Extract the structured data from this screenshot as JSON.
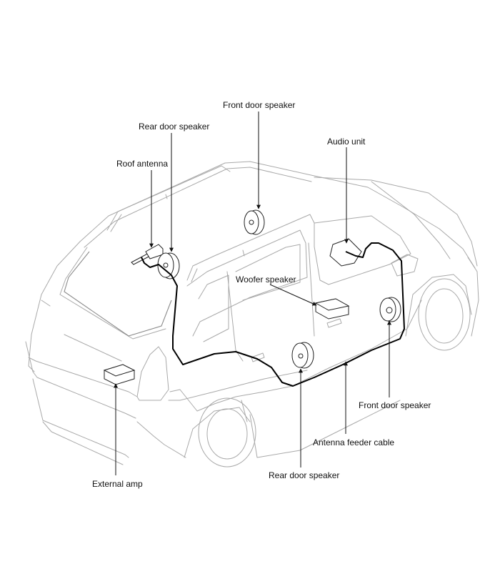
{
  "labels": {
    "front_door_speaker_top": "Front door speaker",
    "rear_door_speaker_top": "Rear door speaker",
    "roof_antenna": "Roof antenna",
    "audio_unit": "Audio unit",
    "woofer_speaker": "Woofer speaker",
    "front_door_speaker_right": "Front door speaker",
    "antenna_feeder_cable": "Antenna feeder cable",
    "rear_door_speaker_bottom": "Rear door speaker",
    "external_amp": "External amp"
  },
  "colors": {
    "background": "#ffffff",
    "car_outline": "#a9a9a9",
    "cable": "#000000",
    "text": "#111111"
  }
}
